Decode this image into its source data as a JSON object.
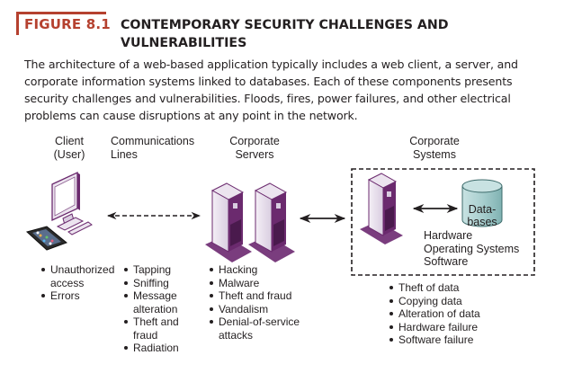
{
  "figure": {
    "label": "FIGURE 8.1",
    "title": "CONTEMPORARY SECURITY CHALLENGES AND VULNERABILITIES",
    "caption": "The architecture of a web-based application typically includes a web client, a server, and corporate information systems linked to databases. Each of these components presents security challenges and vulnerabilities. Floods, fires, power failures, and other electrical problems can cause disruptions at any point in the network.",
    "accent_color": "#b5412f"
  },
  "columns": {
    "client": {
      "label_line1": "Client",
      "label_line2": "(User)",
      "threats": [
        "Unauthorized access",
        "Errors"
      ]
    },
    "communications": {
      "label_line1": "Communications",
      "label_line2": "Lines",
      "threats": [
        "Tapping",
        "Sniffing",
        "Message alteration",
        "Theft and fraud",
        "Radiation"
      ]
    },
    "servers": {
      "label_line1": "Corporate",
      "label_line2": "Servers",
      "threats": [
        "Hacking",
        "Malware",
        "Theft and fraud",
        "Vandalism",
        "Denial-of-service attacks"
      ]
    },
    "systems": {
      "label_line1": "Corporate",
      "label_line2": "Systems",
      "threats": [
        "Theft of data",
        "Copying data",
        "Alteration of data",
        "Hardware failure",
        "Software failure"
      ]
    }
  },
  "database": {
    "label_line1": "Data-",
    "label_line2": "bases"
  },
  "system_components": [
    "Hardware",
    "Operating Systems",
    "Software"
  ],
  "icons": {
    "client_devices": [
      "desktop-computer-icon",
      "smartphone-icon"
    ],
    "servers": [
      "server-tower-icon",
      "server-tower-icon"
    ],
    "systems": [
      "server-tower-icon",
      "database-cylinder-icon"
    ]
  },
  "colors": {
    "device_purple": "#6b2a6e",
    "device_light": "#ece4ef",
    "database_teal": "#a9cfcf"
  }
}
